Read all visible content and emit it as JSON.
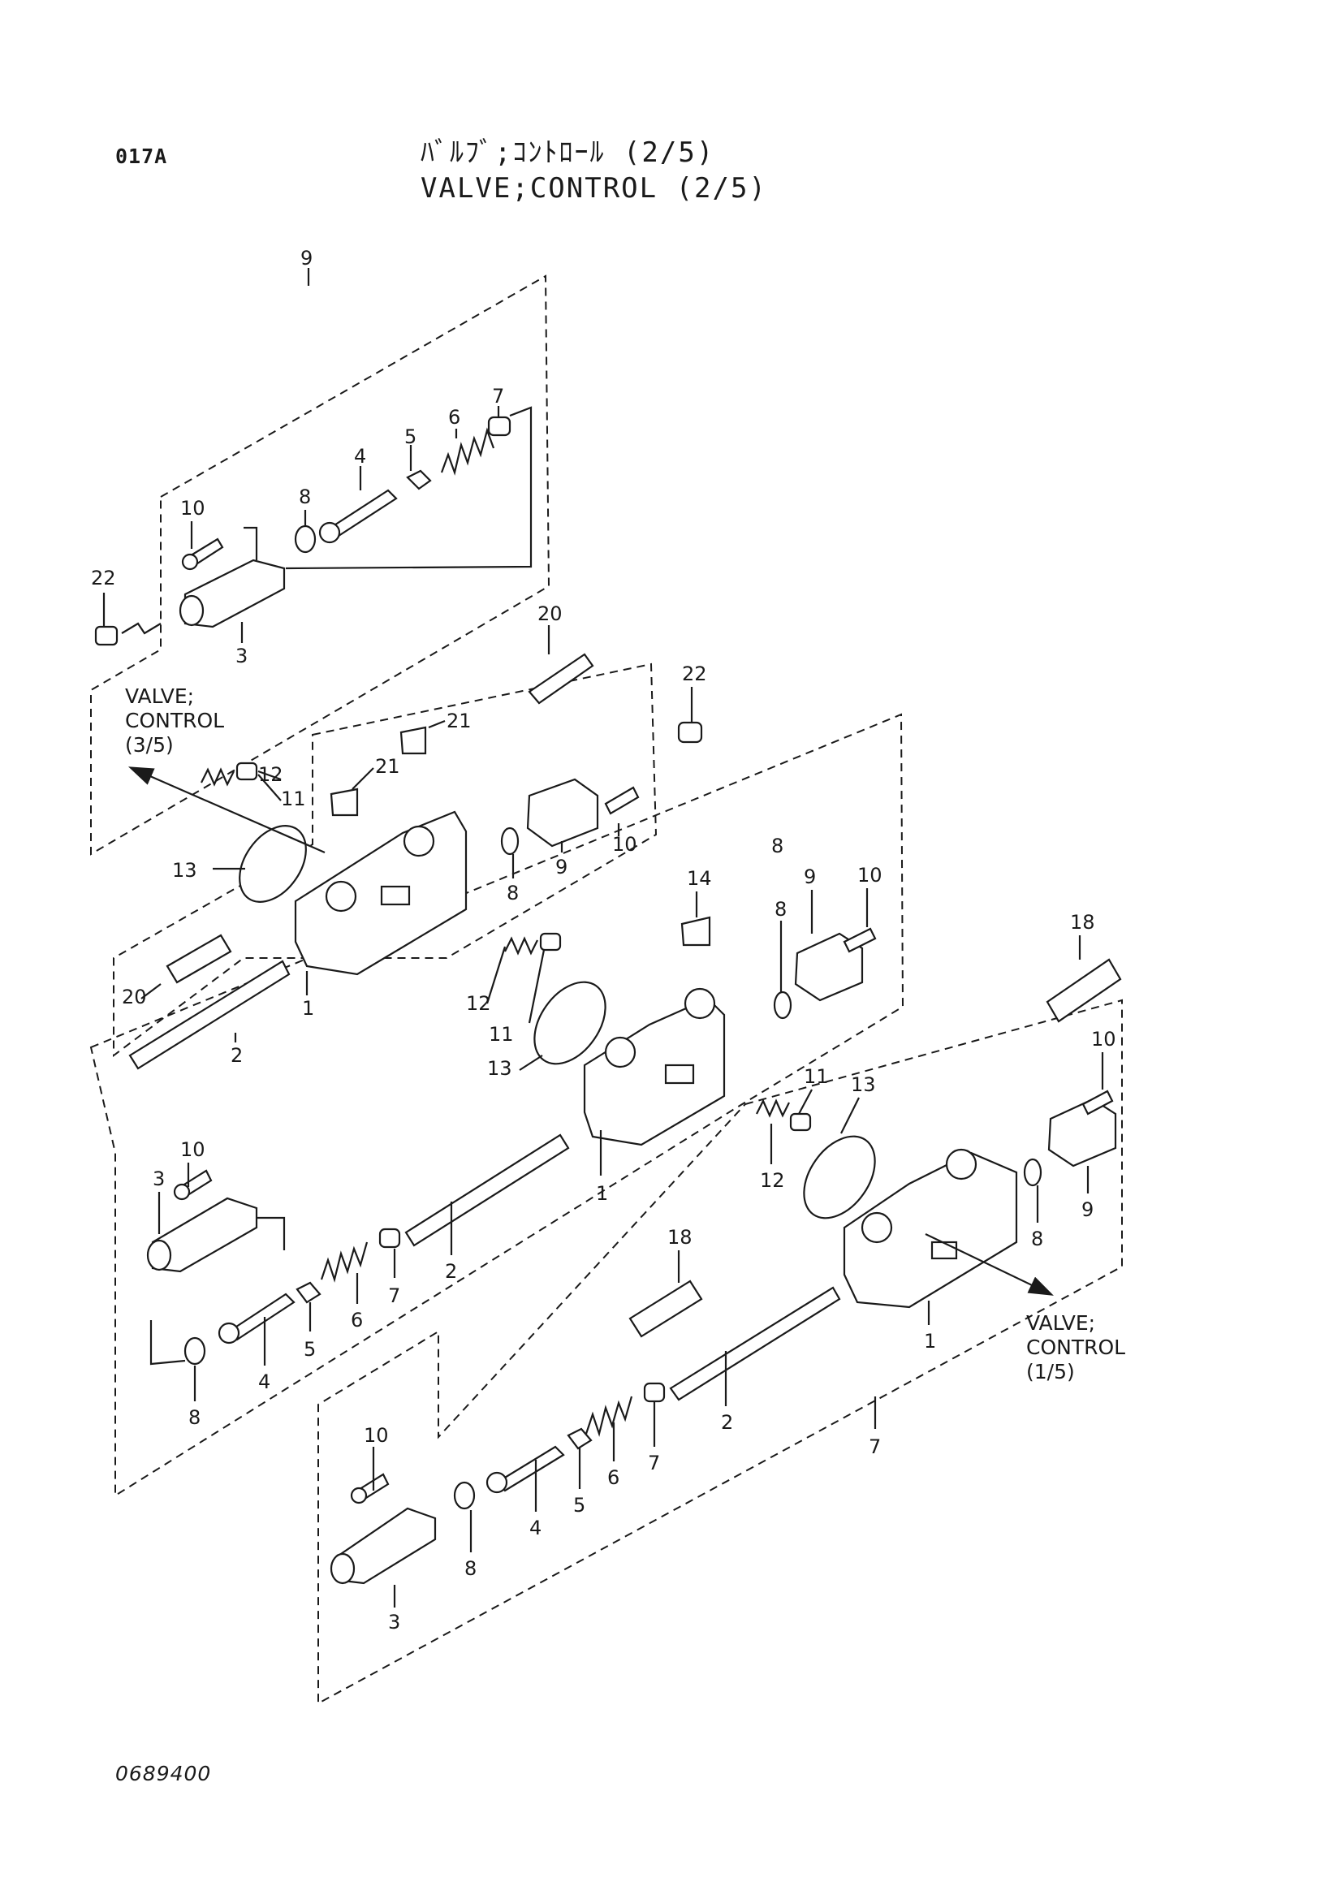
{
  "header": {
    "page_code": "017A",
    "title_jp": "ﾊﾞﾙﾌﾞ;ｺﾝﾄﾛｰﾙ (2/5)",
    "title_en": "VALVE;CONTROL (2/5)"
  },
  "footer": {
    "drawing_number": "0689400"
  },
  "cross_references": [
    {
      "lines": [
        "VALVE;",
        "CONTROL",
        "(3/5)"
      ]
    },
    {
      "lines": [
        "VALVE;",
        "CONTROL",
        "(1/5)"
      ]
    }
  ],
  "part_labels": {
    "g9": [
      "9",
      "7",
      "6",
      "5",
      "4",
      "8",
      "10",
      "22",
      "3"
    ],
    "mid": [
      "20",
      "22",
      "21",
      "21",
      "12",
      "11",
      "13",
      "10",
      "9",
      "8",
      "20",
      "2",
      "1",
      "8"
    ],
    "g8": [
      "14",
      "10",
      "9",
      "8",
      "12",
      "11",
      "13",
      "1",
      "2",
      "7",
      "6",
      "5",
      "4",
      "8",
      "3",
      "10"
    ],
    "g7": [
      "18",
      "10",
      "11",
      "13",
      "12",
      "9",
      "8",
      "18",
      "1",
      "2",
      "7",
      "6",
      "5",
      "4",
      "8",
      "3",
      "10",
      "7"
    ]
  }
}
